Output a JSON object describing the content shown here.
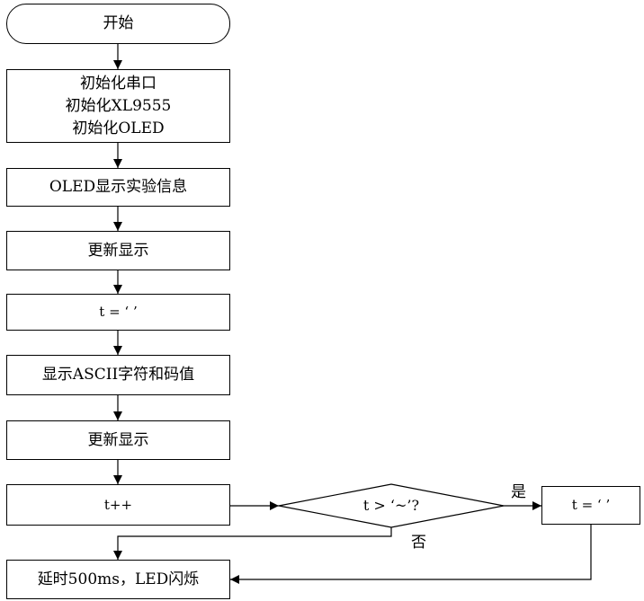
{
  "flow": {
    "start": "开始",
    "init": [
      "初始化串口",
      "初始化XL9555",
      "初始化OLED"
    ],
    "oled_info": "OLED显示实验信息",
    "refresh_1": "更新显示",
    "assign_1": "t = ‘ ’",
    "show_ascii": "显示ASCII字符和码值",
    "refresh_2": "更新显示",
    "increment": "t++",
    "decision": "t > ‘~’?",
    "yes_label": "是",
    "assign_2": "t = ‘ ’",
    "no_label": "否",
    "delay": "延时500ms，LED闪烁"
  }
}
